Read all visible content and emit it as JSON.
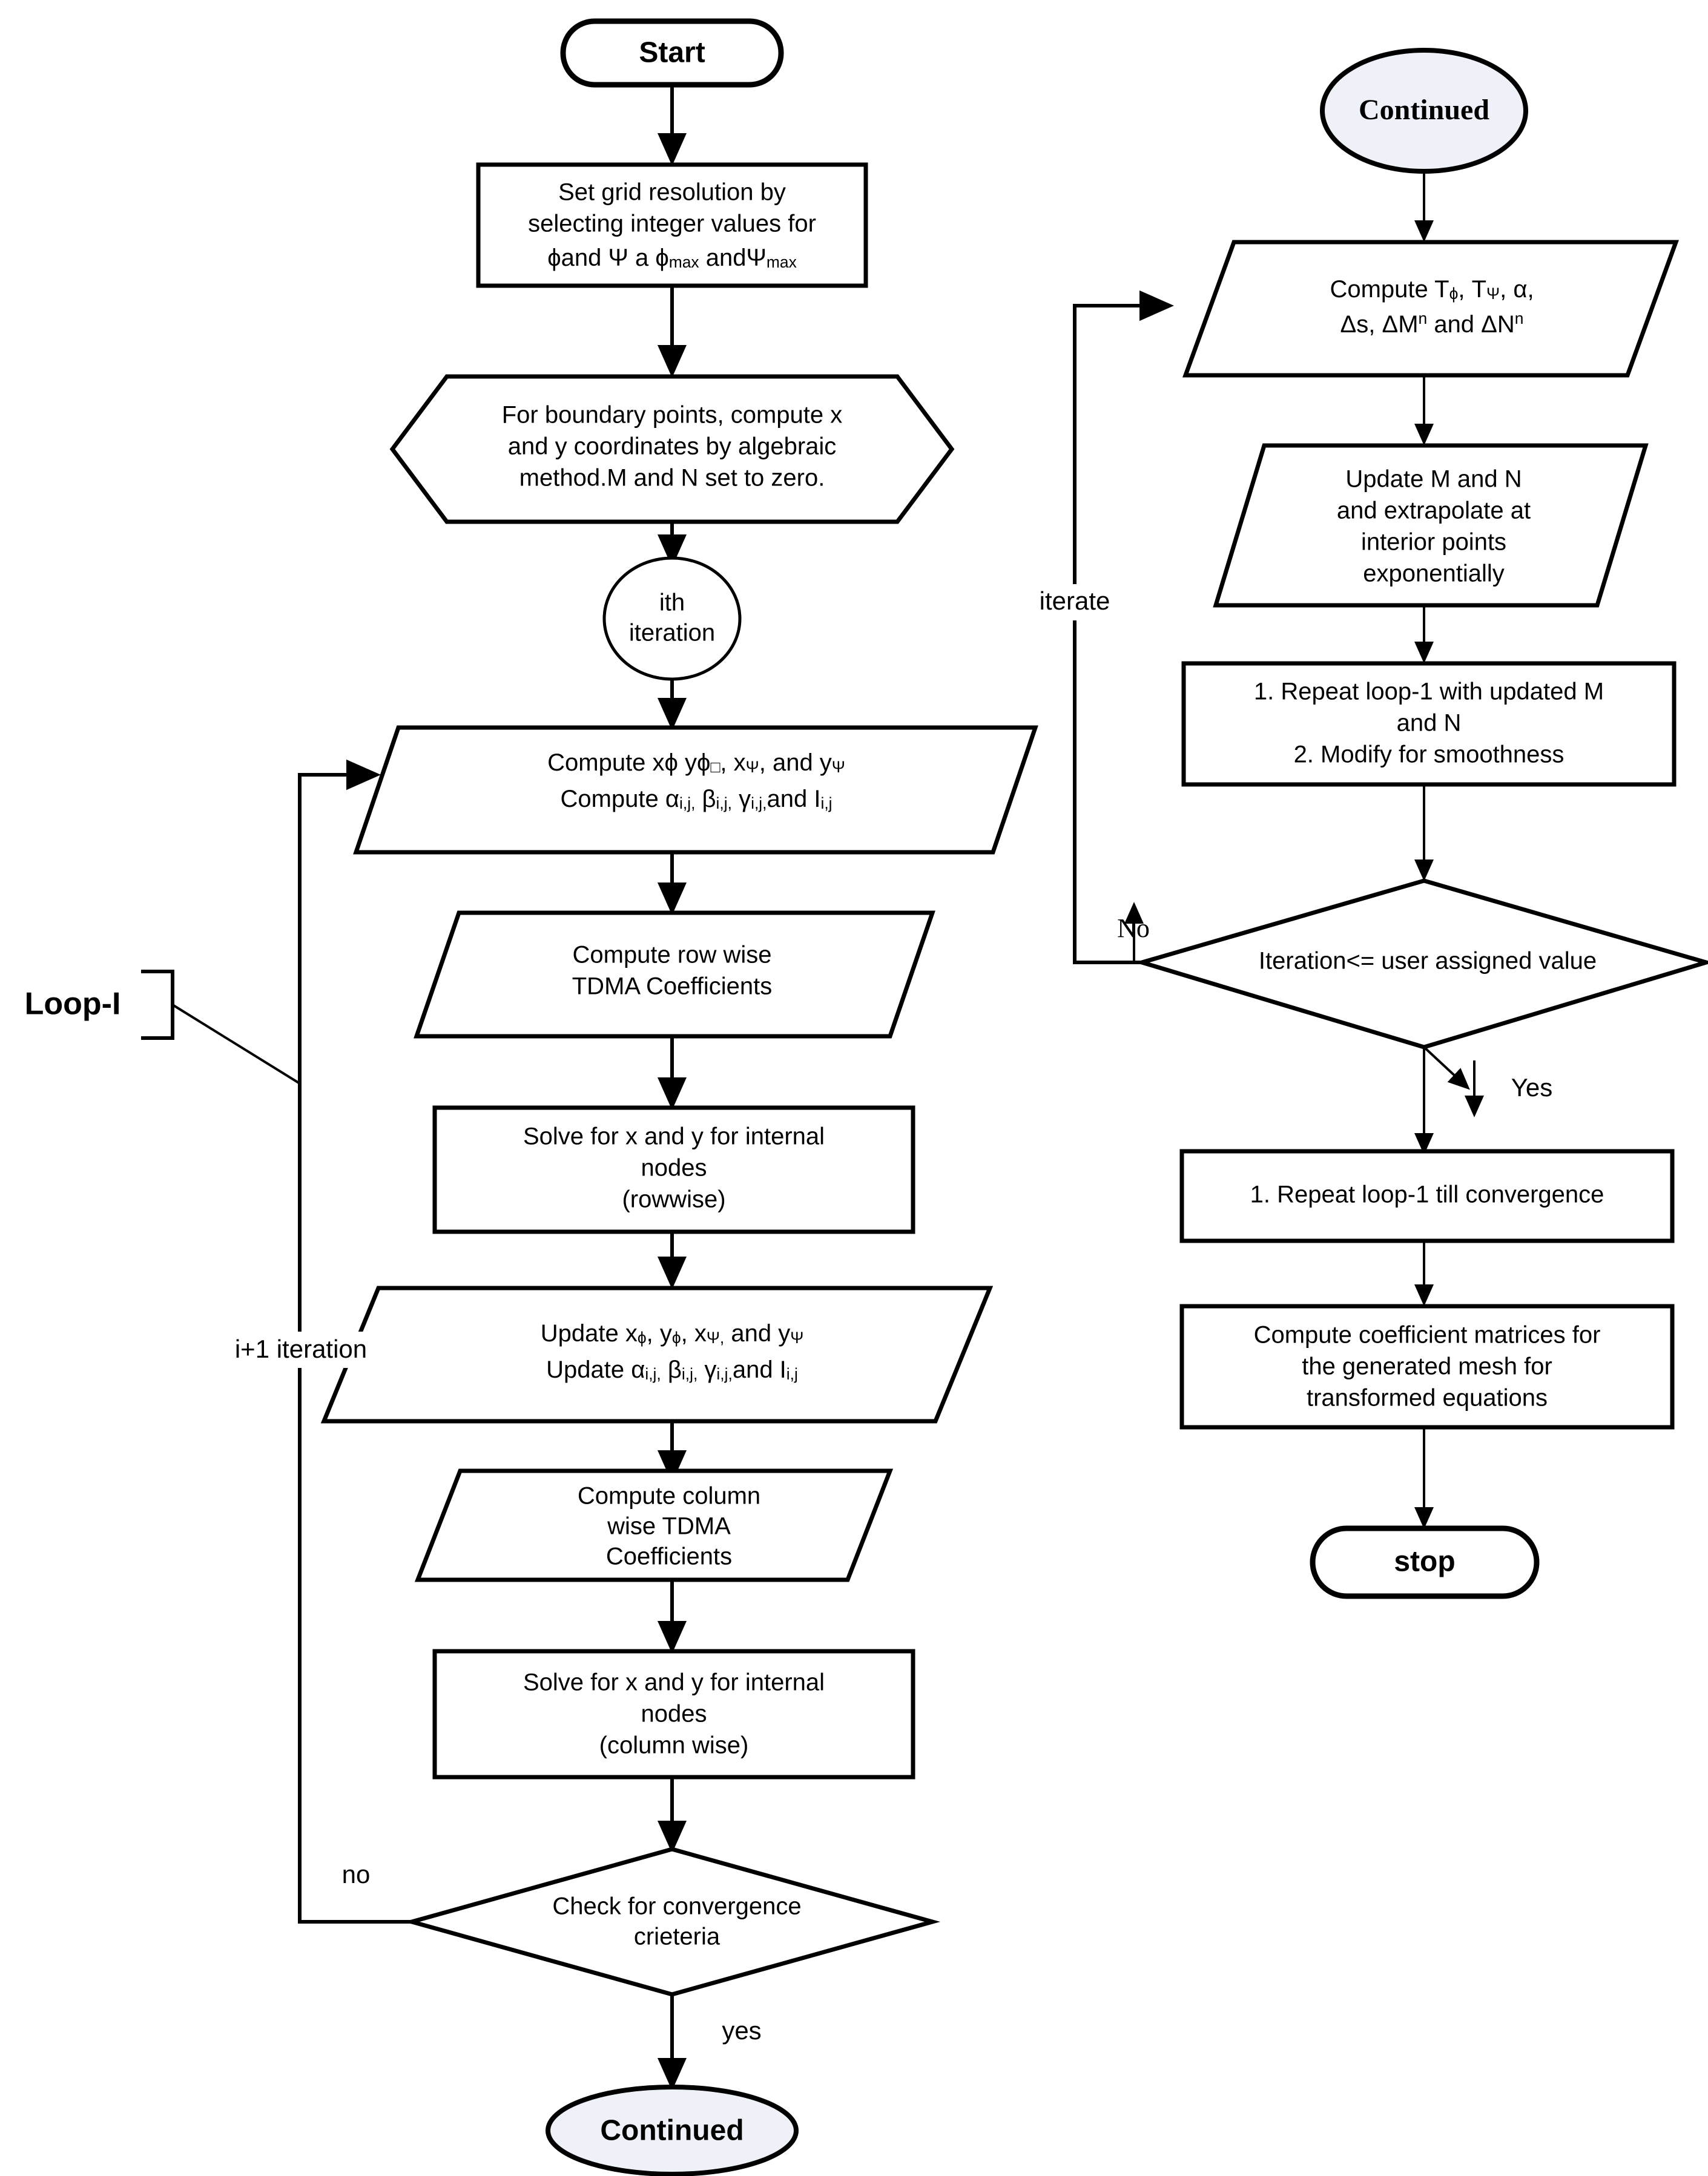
{
  "diagram": {
    "title": "Elliptic grid generation flowchart",
    "accent_fill": "#eef1f8",
    "line_color": "#000000",
    "shape_fill": "#ffffff"
  },
  "left_column": {
    "start": {
      "label": "Start",
      "shape": "terminator"
    },
    "set_grid": {
      "shape": "process",
      "lines": [
        "Set grid resolution by",
        "selecting integer values for"
      ],
      "line3_parts": [
        "ϕand Ψ a ϕ",
        "max",
        " andΨ",
        "max"
      ]
    },
    "boundary": {
      "shape": "hexagon",
      "lines": [
        "For boundary points, compute x",
        "and y coordinates by algebraic",
        "method.M and N set to zero."
      ]
    },
    "ith_iteration": {
      "shape": "circle",
      "lines": [
        "ith",
        "iteration"
      ]
    },
    "compute_metrics": {
      "shape": "parallelogram",
      "line1_parts": [
        "Compute xϕ yϕ",
        "□",
        ", x",
        "Ψ",
        ", and y",
        "Ψ"
      ],
      "line2_parts": [
        "Compute α",
        "i,j,",
        " β",
        "i,j,",
        " γ",
        "i,j,",
        "and  I",
        "i,j"
      ]
    },
    "row_tdma": {
      "shape": "parallelogram",
      "lines": [
        "Compute row wise",
        "TDMA Coefficients"
      ]
    },
    "solve_row": {
      "shape": "process",
      "lines": [
        "Solve for x and y  for internal",
        "nodes",
        "(rowwise)"
      ]
    },
    "update_metrics": {
      "shape": "parallelogram",
      "line1_parts": [
        "Update x",
        "ϕ",
        ", y",
        "ϕ",
        ", x",
        "Ψ,",
        " and y",
        "Ψ"
      ],
      "line2_parts": [
        "Update  α",
        "i,j,",
        " β",
        "i,j,",
        " γ",
        "i,j,",
        "and  I",
        "i,j"
      ]
    },
    "col_tdma": {
      "shape": "parallelogram",
      "lines": [
        "Compute column",
        "wise TDMA",
        "Coefficients"
      ]
    },
    "solve_col": {
      "shape": "process",
      "lines": [
        "Solve for x and y for internal",
        "nodes",
        "(column wise)"
      ]
    },
    "convergence": {
      "shape": "decision",
      "lines": [
        "Check for convergence",
        "crieteria"
      ]
    },
    "continued_bottom": {
      "label": "Continued",
      "shape": "connector"
    },
    "labels": {
      "loop1": "Loop-I",
      "iteration_back": "i+1 iteration",
      "no": "no",
      "yes": "yes"
    }
  },
  "right_column": {
    "continued_top": {
      "label": "Continued",
      "shape": "connector"
    },
    "compute_T": {
      "shape": "parallelogram",
      "line1_parts": [
        "Compute T",
        "ϕ",
        ", T",
        "Ψ",
        ", α,"
      ],
      "line2_parts": [
        "Δs, ΔM",
        "n",
        "  and  ΔN",
        "n"
      ]
    },
    "update_MN": {
      "shape": "parallelogram",
      "lines": [
        "Update M and N",
        "and extrapolate at",
        "interior points",
        "exponentially"
      ]
    },
    "repeat_loop1": {
      "shape": "process",
      "lines": [
        "1. Repeat loop-1 with updated M",
        "and N",
        "2. Modify for smoothness"
      ]
    },
    "iteration_check": {
      "shape": "decision",
      "lines": [
        "Iteration<= user assigned value"
      ]
    },
    "repeat_till_conv": {
      "shape": "process",
      "lines": [
        "1. Repeat loop-1 till convergence"
      ]
    },
    "coeff_matrices": {
      "shape": "process",
      "lines": [
        "Compute coefficient matrices for",
        "the generated mesh for",
        "transformed equations"
      ]
    },
    "stop": {
      "label": "stop",
      "shape": "terminator"
    },
    "labels": {
      "iterate": "iterate",
      "no": "No",
      "yes": "Yes"
    }
  }
}
